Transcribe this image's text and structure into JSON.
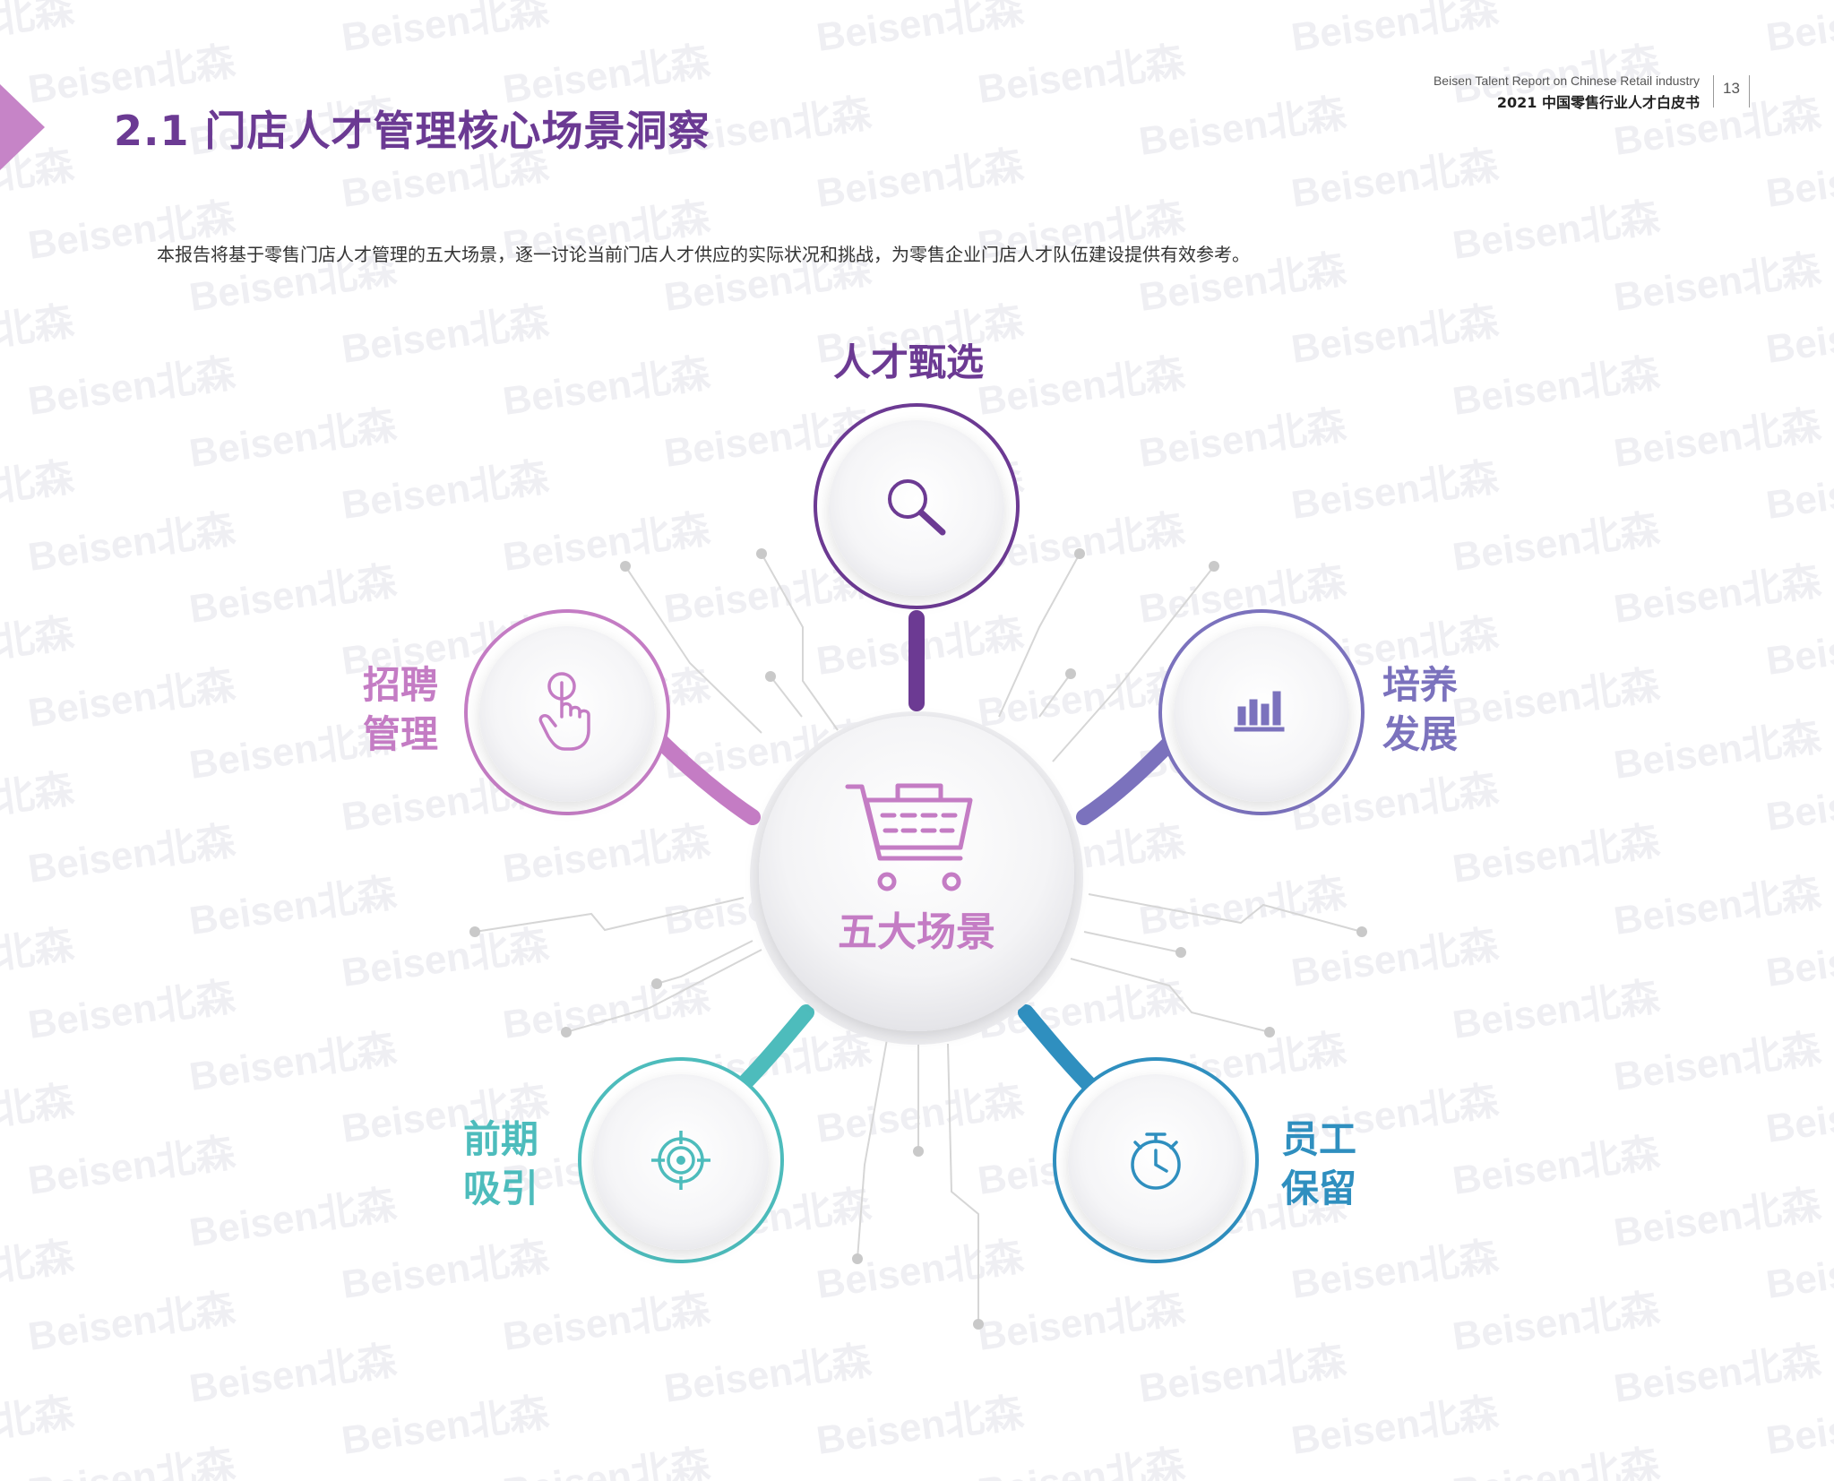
{
  "header": {
    "report_en": "Beisen Talent Report on Chinese Retail industry",
    "report_cn": "2021 中国零售行业人才白皮书",
    "page_number": "13"
  },
  "page_title": "2.1 门店人才管理核心场景洞察",
  "intro": "本报告将基于零售门店人才管理的五大场景，逐一讨论当前门店人才供应的实际状况和挑战，为零售企业门店人才队伍建设提供有效参考。",
  "watermark_text": "Beisen北森",
  "center": {
    "label": "五大场景",
    "icon": "shopping-cart-icon",
    "color": "#c47cc4"
  },
  "scenes": [
    {
      "id": "selection",
      "label_1": "人才甄选",
      "label_2": "",
      "icon": "magnifier-icon",
      "color": "#6c3a93"
    },
    {
      "id": "recruit",
      "label_1": "招聘",
      "label_2": "管理",
      "icon": "pointing-hand-icon",
      "color": "#c47cc4"
    },
    {
      "id": "develop",
      "label_1": "培养",
      "label_2": "发展",
      "icon": "bar-chart-icon",
      "color": "#7b72bd"
    },
    {
      "id": "attract",
      "label_1": "前期",
      "label_2": "吸引",
      "icon": "target-icon",
      "color": "#4dbcbc"
    },
    {
      "id": "retain",
      "label_1": "员工",
      "label_2": "保留",
      "icon": "stopwatch-icon",
      "color": "#2f8fbf"
    }
  ]
}
